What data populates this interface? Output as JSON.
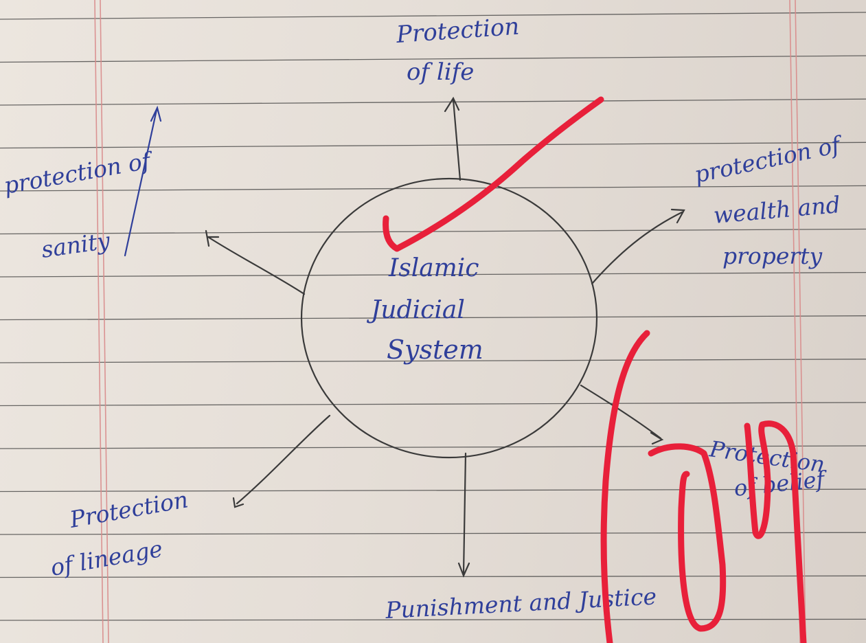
{
  "diagram": {
    "center": [
      "Islamic",
      "Judicial",
      "System"
    ],
    "nodes": {
      "top": [
        "Protection",
        "of life"
      ],
      "top_left": [
        "protection of",
        "sanity"
      ],
      "top_right": [
        "protection of",
        "wealth and",
        "property"
      ],
      "bottom_right": [
        "Protection",
        "of belief"
      ],
      "bottom_left": [
        "Protection",
        "of lineage"
      ],
      "bottom": [
        "Punishment and Justice"
      ]
    }
  },
  "colors": {
    "paper": "#e6dfd8",
    "rule_line": "#3b3b3b",
    "margin_line": "#d98a8a",
    "pencil": "#3a3a3a",
    "ink": "#2f3f9a",
    "marker": "#e8203a"
  },
  "annotations": [
    "check-mark",
    "marker-scribble"
  ]
}
